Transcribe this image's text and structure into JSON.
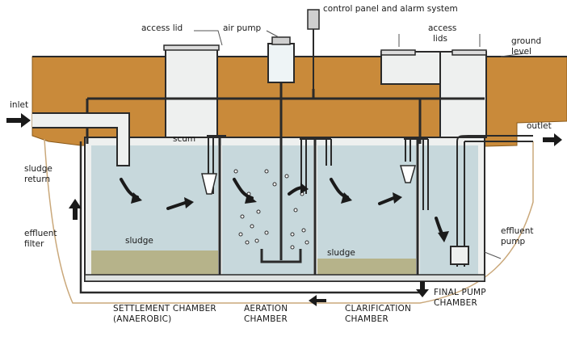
{
  "labels": {
    "control_panel": "control panel and alarm system",
    "access_lid": "access lid",
    "air_pump": "air pump",
    "access_lids": [
      "access",
      "lids"
    ],
    "ground_level": [
      "ground",
      "level"
    ],
    "inlet": "inlet",
    "outlet": "outlet",
    "scum": "scum",
    "sludge_return": [
      "sludge",
      "return"
    ],
    "effluent_filter": [
      "effluent",
      "filter"
    ],
    "sludge_left": "sludge",
    "sludge_right": "sludge",
    "effluent_pump": [
      "effluent",
      "pump"
    ],
    "final_pump_chamber": [
      "FINAL PUMP",
      "CHAMBER"
    ],
    "settlement_chamber": [
      "SETTLEMENT CHAMBER",
      "(ANAEROBIC)"
    ],
    "aeration_chamber": [
      "AERATION",
      "CHAMBER"
    ],
    "clarification_chamber": [
      "CLARIFICATION",
      "CHAMBER"
    ]
  },
  "colors": {
    "soil": "#c98a3a",
    "soil_dark": "#a96b22",
    "tank_wall": "#e9ecec",
    "water": "#c7d8dc",
    "sludge": "#b6b38a",
    "outline": "#2a2a2a"
  }
}
